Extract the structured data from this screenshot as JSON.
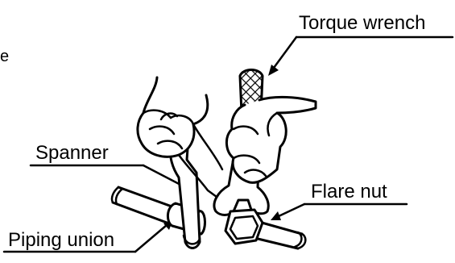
{
  "labels": {
    "torque_wrench": "Torque wrench",
    "spanner": "Spanner",
    "flare_nut": "Flare nut",
    "piping_union": "Piping union"
  },
  "stray_glyph": "e"
}
